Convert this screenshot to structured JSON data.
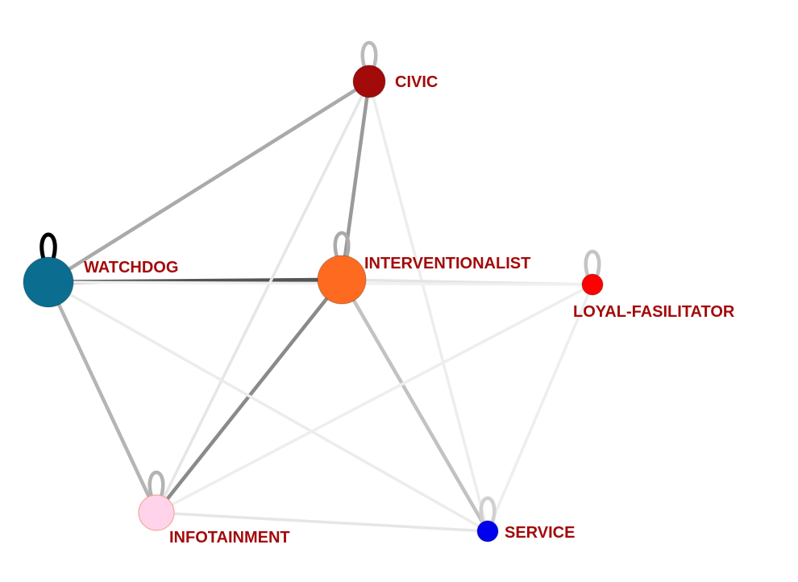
{
  "nodes": [
    {
      "id": "civic",
      "label": "CIVIC",
      "color": "#a30a0a",
      "size": "medium"
    },
    {
      "id": "watchdog",
      "label": "WATCHDOG",
      "color": "#0b6d8f",
      "size": "large"
    },
    {
      "id": "interventionalist",
      "label": "INTERVENTIONALIST",
      "color": "#ff6a21",
      "size": "large"
    },
    {
      "id": "loyal",
      "label": "LOYAL-FASILITATOR",
      "color": "#ff0000",
      "size": "small"
    },
    {
      "id": "infotainment",
      "label": "INFOTAINMENT",
      "color": "#ffd4ea",
      "size": "medium"
    },
    {
      "id": "service",
      "label": "SERVICE",
      "color": "#0000ee",
      "size": "small"
    }
  ],
  "edges": [
    {
      "source": "watchdog",
      "target": "interventionalist",
      "shade": "#555555",
      "weight": "strong"
    },
    {
      "source": "interventionalist",
      "target": "infotainment",
      "shade": "#8a8a8a",
      "weight": "medium"
    },
    {
      "source": "watchdog",
      "target": "civic",
      "shade": "#aaaaaa",
      "weight": "medium"
    },
    {
      "source": "civic",
      "target": "interventionalist",
      "shade": "#9a9a9a",
      "weight": "medium"
    },
    {
      "source": "watchdog",
      "target": "infotainment",
      "shade": "#b5b5b5",
      "weight": "medium"
    },
    {
      "source": "interventionalist",
      "target": "service",
      "shade": "#c2c2c2",
      "weight": "medium"
    },
    {
      "source": "civic",
      "target": "infotainment",
      "shade": "#e6e6e6",
      "weight": "weak"
    },
    {
      "source": "civic",
      "target": "service",
      "shade": "#ededed",
      "weight": "weak"
    },
    {
      "source": "watchdog",
      "target": "service",
      "shade": "#ececec",
      "weight": "weak"
    },
    {
      "source": "interventionalist",
      "target": "loyal",
      "shade": "#e4e4e4",
      "weight": "weak"
    },
    {
      "source": "infotainment",
      "target": "loyal",
      "shade": "#eeeeee",
      "weight": "weak"
    },
    {
      "source": "infotainment",
      "target": "service",
      "shade": "#e6e6e6",
      "weight": "weak"
    },
    {
      "source": "service",
      "target": "loyal",
      "shade": "#eeeeee",
      "weight": "weak"
    },
    {
      "source": "watchdog",
      "target": "loyal",
      "shade": "#f0f0f0",
      "weight": "weak"
    }
  ],
  "self_loops": [
    {
      "node": "civic",
      "shade": "#bbbbbb"
    },
    {
      "node": "watchdog",
      "shade": "#000000"
    },
    {
      "node": "interventionalist",
      "shade": "#aaaaaa"
    },
    {
      "node": "loyal",
      "shade": "#c4c4c4"
    },
    {
      "node": "infotainment",
      "shade": "#b3b3b3"
    },
    {
      "node": "service",
      "shade": "#d0d0d0"
    }
  ],
  "label_color": "#a30a0a"
}
